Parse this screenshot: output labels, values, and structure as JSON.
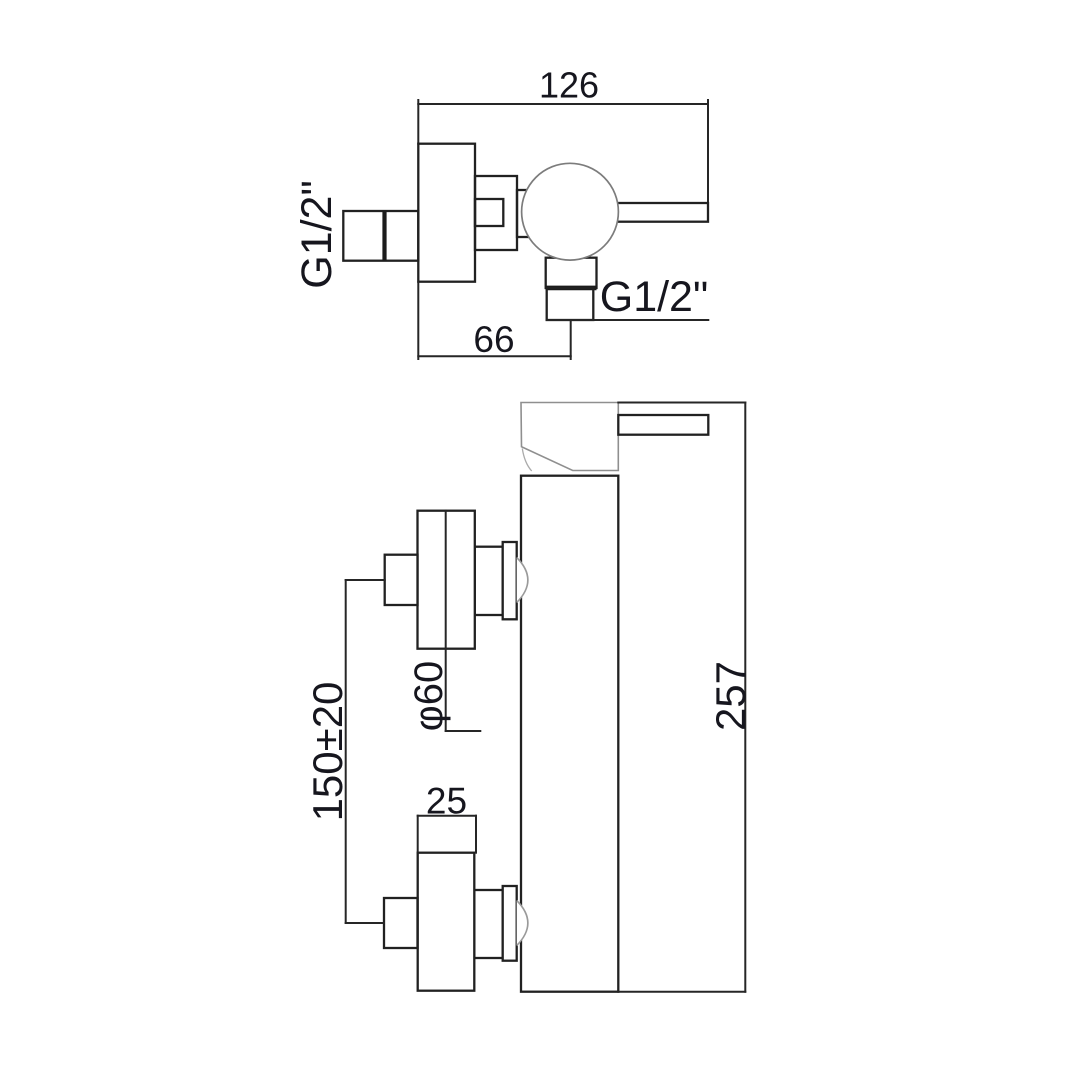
{
  "drawing": {
    "kind": "shower-mixer-dimension-drawing",
    "colors": {
      "background": "#ffffff",
      "outline": "#212121",
      "detail_outline": "#8f8f8f",
      "text": "#16161e"
    },
    "top_view": {
      "overall_width": "126",
      "wall_to_outlet_depth": "66",
      "inlet_thread": "G1/2\"",
      "outlet_thread": "G1/2\""
    },
    "front_view": {
      "body_length": "257",
      "inlet_centres": "150±20",
      "flange_diameter": "φ60",
      "flange_depth": "25"
    }
  }
}
